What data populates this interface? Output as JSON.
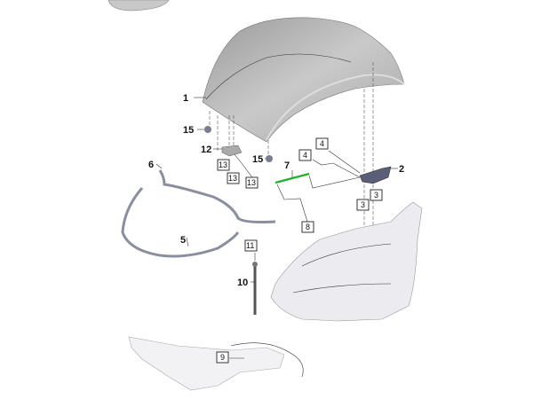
{
  "diagram": {
    "title": "Hood / front lid exploded parts diagram",
    "labels": {
      "hood": "1",
      "latch": "2",
      "screw_a": "3",
      "screw_b": "3",
      "bolt_a": "4",
      "bolt_b": "4",
      "seal_rear": "5",
      "seal_front": "6",
      "cable": "7",
      "cable_holder": "8",
      "release_cable": "9",
      "gas_strut": "10",
      "strut_ball": "11",
      "hinge": "12",
      "hinge_bolt_a": "13",
      "hinge_bolt_b": "13",
      "hinge_bolt_c": "13",
      "bump_stop_left": "15",
      "bump_stop_right": "15"
    },
    "colors": {
      "highlight": "#22b02a",
      "part": "#b8b8b8",
      "outline": "#333333"
    }
  }
}
